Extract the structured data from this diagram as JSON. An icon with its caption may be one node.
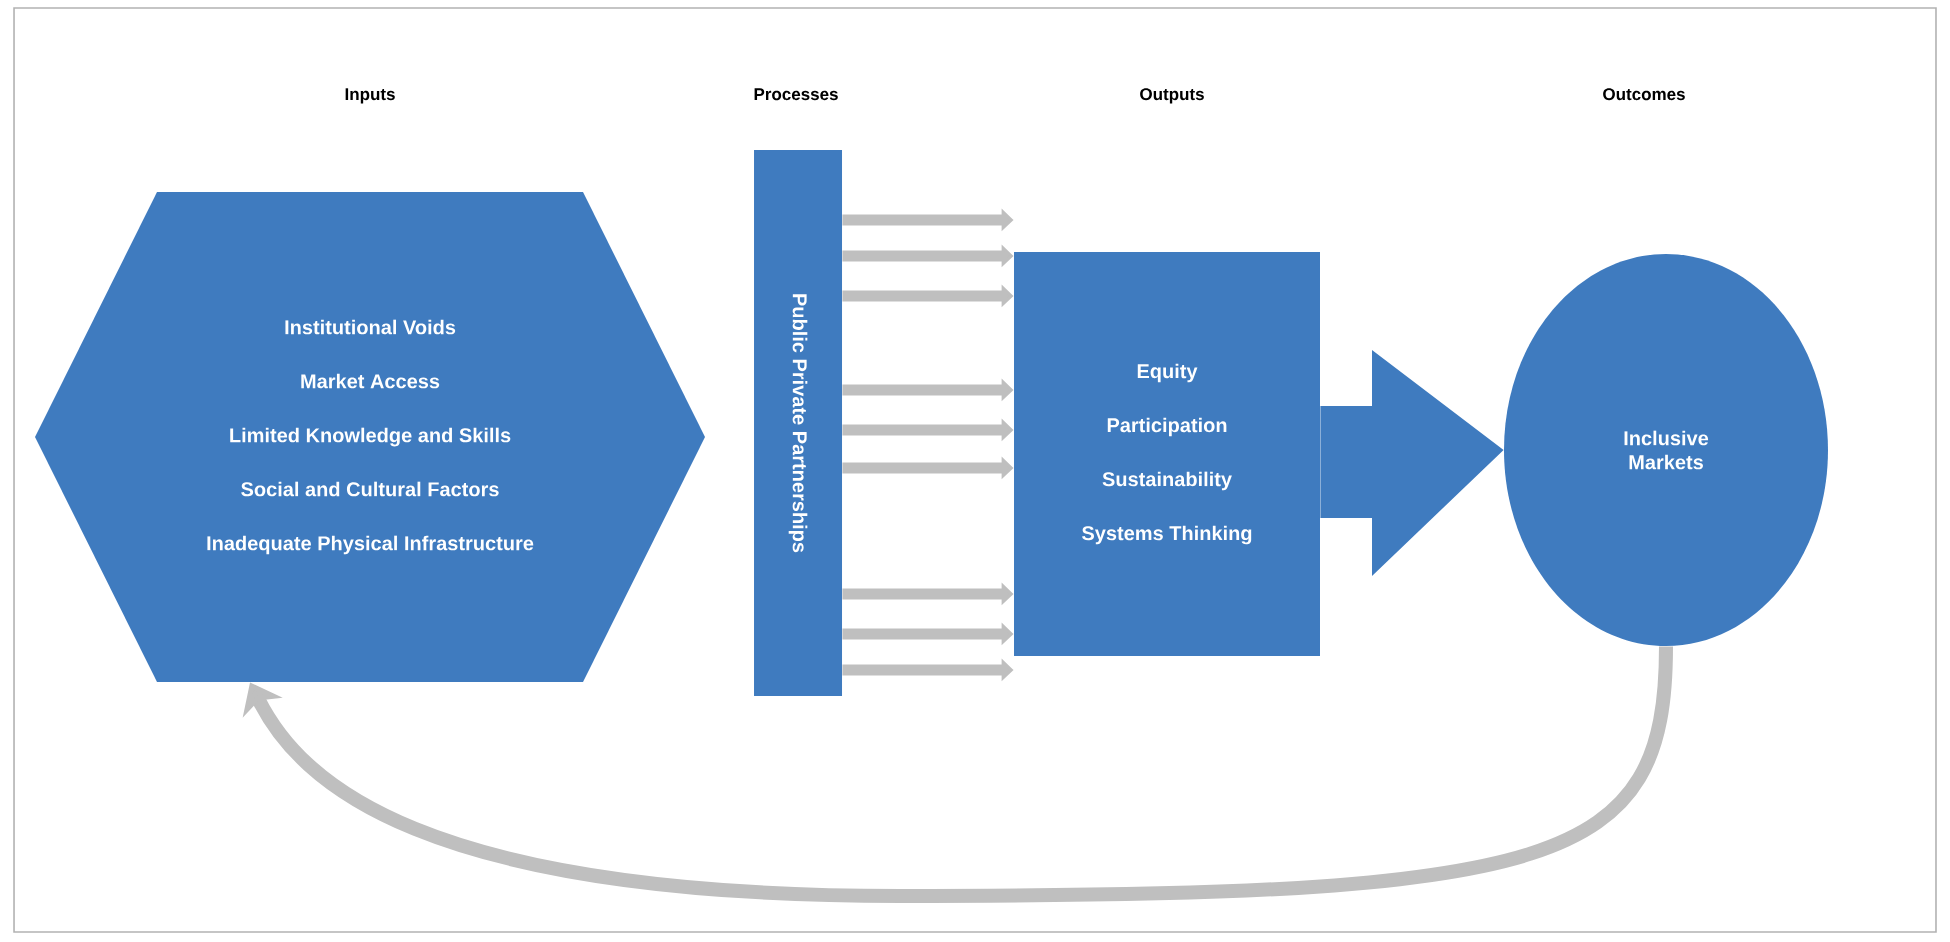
{
  "diagram": {
    "nodes": [
      {
        "text": [
          "Institutional Voids",
          "Market Access",
          "Limited Knowledge and Skills",
          "Social and Cultural Factors",
          "Inadequate Physical Infrastructure"
        ]
      },
      {
        "text": [
          "Public Private Partnerships"
        ]
      },
      {
        "text": [
          "Equity",
          "Participation",
          "Sustainability",
          "Systems Thinking"
        ]
      },
      {
        "text": [
          "Inclusive Markets"
        ]
      }
    ],
    "edges": [
      {
        "from": 1,
        "to": 2,
        "arrow": "to"
      },
      {
        "from": 1,
        "to": 2,
        "arrow": "to"
      },
      {
        "from": 1,
        "to": 2,
        "arrow": "to"
      },
      {
        "from": 1,
        "to": 2,
        "arrow": "to"
      },
      {
        "from": 1,
        "to": 2,
        "arrow": "to"
      },
      {
        "from": 1,
        "to": 2,
        "arrow": "to"
      },
      {
        "from": 1,
        "to": 2,
        "arrow": "to"
      },
      {
        "from": 1,
        "to": 2,
        "arrow": "to"
      },
      {
        "from": 1,
        "to": 2,
        "arrow": "to"
      },
      {
        "from": 2,
        "to": 3,
        "arrow": "to",
        "style": "thick",
        "color": "#3f7bbf"
      },
      {
        "from": 3,
        "to": 0,
        "arrow": "to"
      }
    ],
    "labels": [
      "Inputs",
      "Processes",
      "Outputs",
      "Outcomes"
    ]
  }
}
